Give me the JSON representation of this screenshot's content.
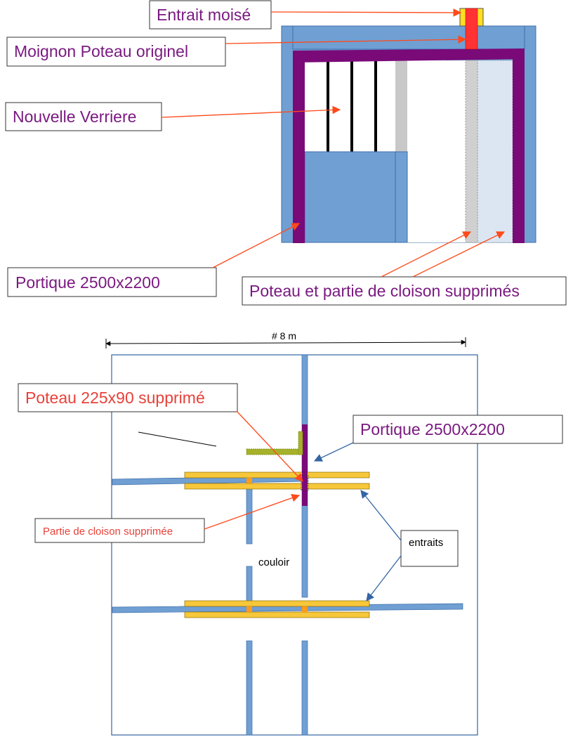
{
  "colors": {
    "purple_text": "#7a1a80",
    "red_text": "#e8413a",
    "frame_purple": "#7a0a78",
    "wall_blue": "#6f9fd3",
    "wall_blue_light": "#dce6f2",
    "red_post": "#ff3333",
    "yellow": "#ffde21",
    "yellow_beam": "#f7c73a",
    "olive": "#a6b22a",
    "orange": "#ff9a1a",
    "red_arrow": "#ff4a1a",
    "blue_arrow": "#3465a4"
  },
  "elevation": {
    "labels": {
      "entrait": "Entrait moisé",
      "moignon": "Moignon Poteau originel",
      "verriere": "Nouvelle Verriere",
      "portique": "Portique 2500x2200",
      "poteau_cloison": "Poteau et partie de cloison supprimés"
    }
  },
  "plan": {
    "dimension": "# 8 m",
    "labels": {
      "poteau": "Poteau 225x90 supprimé",
      "portique": "Portique 2500x2200",
      "cloison": "Partie de cloison supprimée",
      "entraits": "entraits",
      "couloir": "couloir"
    }
  }
}
